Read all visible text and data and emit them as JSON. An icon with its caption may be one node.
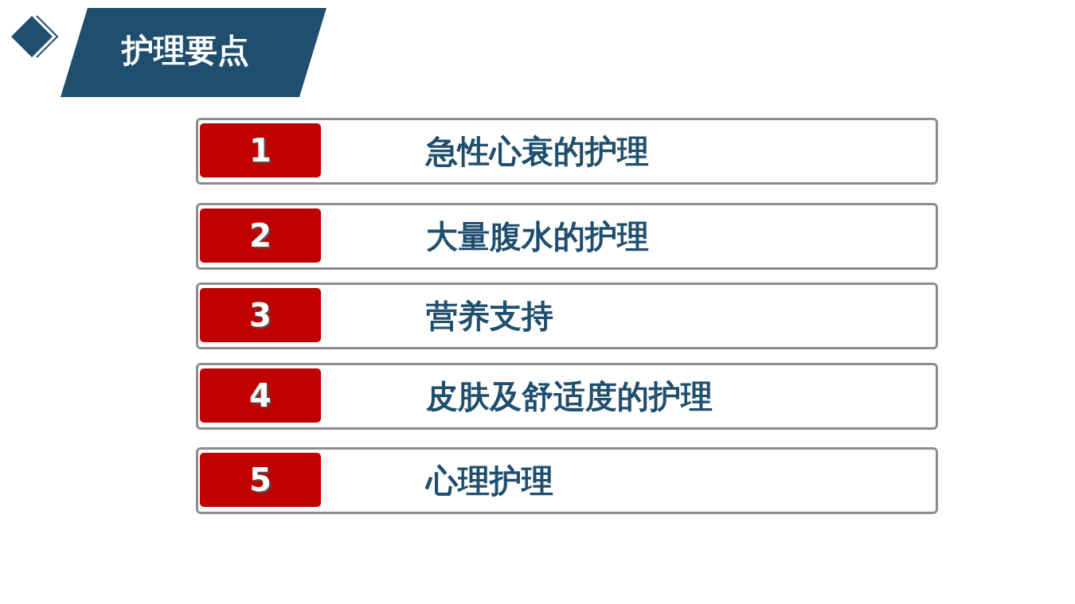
{
  "diagram": {
    "title": "护理要点",
    "nodes": [
      {
        "text": [
          "急性心衰的护理"
        ]
      },
      {
        "text": [
          "1"
        ],
        "in": 0
      },
      {
        "text": [
          "大量腹水的护理"
        ]
      },
      {
        "text": [
          "2"
        ],
        "in": 2
      },
      {
        "text": [
          "营养支持"
        ]
      },
      {
        "text": [
          "3"
        ],
        "in": 4
      },
      {
        "text": [
          "皮肤及舒适度的护理"
        ]
      },
      {
        "text": [
          "4"
        ],
        "in": 6
      },
      {
        "text": [
          "心理护理"
        ]
      },
      {
        "text": [
          "5"
        ],
        "in": 8
      }
    ]
  }
}
